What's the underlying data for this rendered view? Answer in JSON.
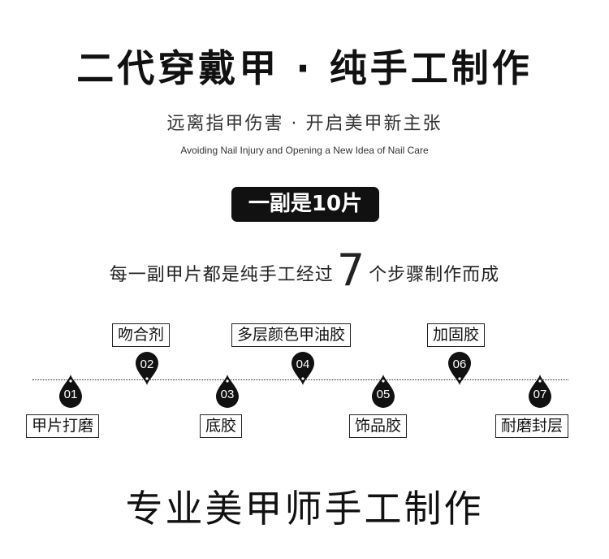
{
  "headline": "二代穿戴甲 · 纯手工制作",
  "subtitle_cn": "远离指甲伤害 · 开启美甲新主张",
  "subtitle_en": "Avoiding Nail Injury and Opening a New Idea of Nail Care",
  "pill": "一副是10片",
  "steps_sentence": {
    "before": "每一副甲片都是纯手工经过",
    "count": "7",
    "after": "个步骤制作而成"
  },
  "steps": [
    {
      "number": "01",
      "label": "甲片打磨"
    },
    {
      "number": "02",
      "label": "吻合剂"
    },
    {
      "number": "03",
      "label": "底胶"
    },
    {
      "number": "04",
      "label": "多层颜色甲油胶"
    },
    {
      "number": "05",
      "label": "饰品胶"
    },
    {
      "number": "06",
      "label": "加固胶"
    },
    {
      "number": "07",
      "label": "耐磨封层"
    }
  ],
  "footer": "专业美甲师手工制作"
}
